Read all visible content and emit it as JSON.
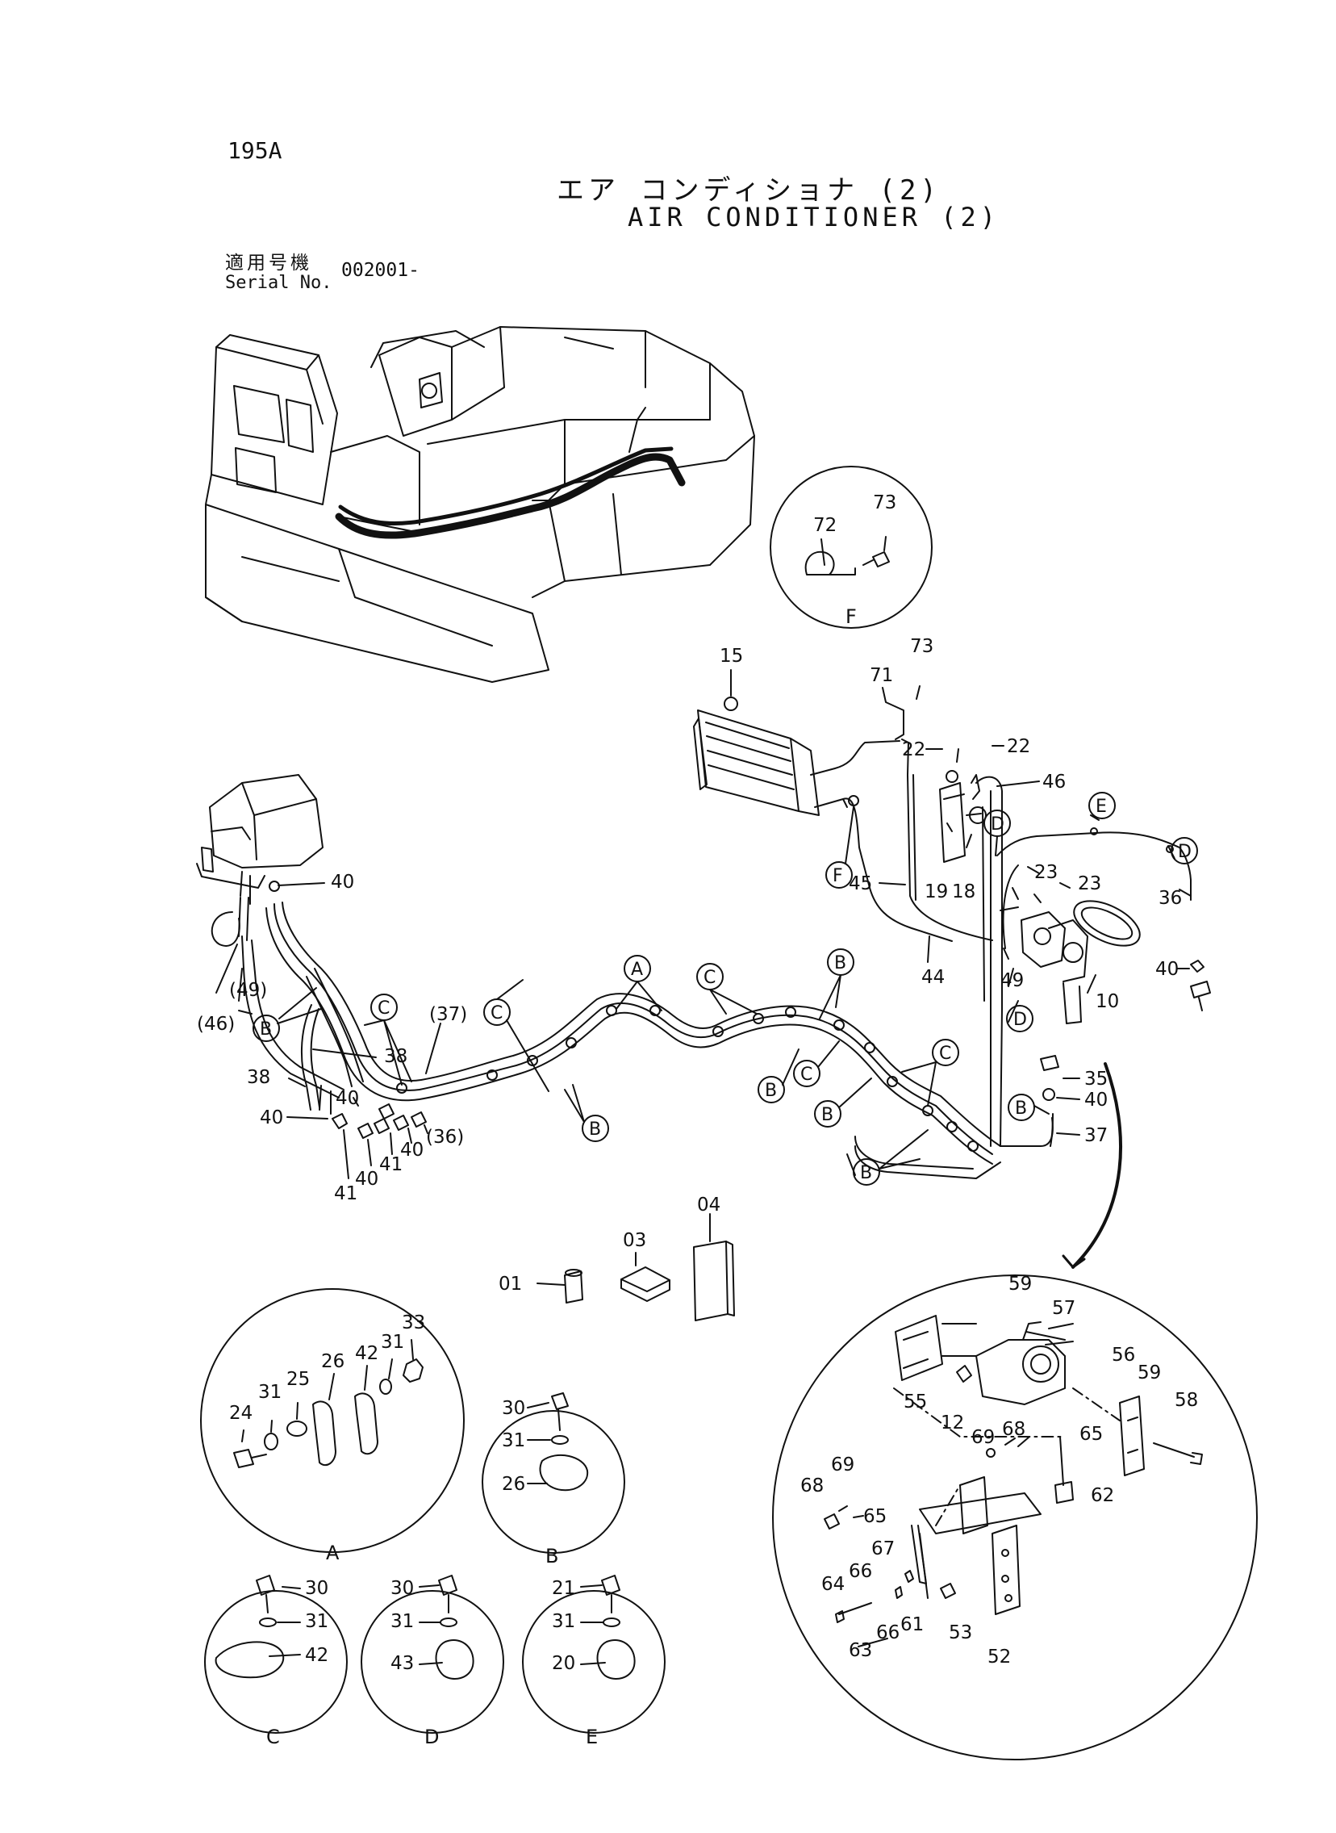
{
  "header": {
    "page_number": "195A",
    "title_ja": "エア コンディショナ (2)",
    "title_en": "AIR CONDITIONER (2)",
    "serial_label_ja": "適用号機",
    "serial_label_en": "Serial No.",
    "serial_value": "002001-"
  },
  "detail_refs": {
    "A": "A",
    "B": "B",
    "C": "C",
    "D": "D",
    "E": "E",
    "F": "F"
  },
  "main_labels": {
    "n15": "15",
    "n71": "71",
    "n73": "73",
    "n22a": "22",
    "n22b": "22",
    "n46": "46",
    "n45": "45",
    "n19": "19",
    "n18": "18",
    "n23a": "23",
    "n23b": "23",
    "n36": "36",
    "n40r": "40",
    "n44": "44",
    "n49": "49",
    "n10": "10",
    "n35": "35",
    "n40m": "40",
    "n37": "37",
    "n40top": "40",
    "n49p": "(49)",
    "n46p": "(46)",
    "n37p": "(37)",
    "n38a": "38",
    "n38b": "38",
    "n40a": "40",
    "n40b": "40",
    "n40c": "40",
    "n40d": "40",
    "n41a": "41",
    "n41b": "41",
    "n36p": "(36)",
    "n01": "01",
    "n03": "03",
    "n04": "04"
  },
  "detail_F": {
    "n72": "72",
    "n73": "73",
    "caption": "F"
  },
  "detail_A": {
    "n24": "24",
    "n31a": "31",
    "n25": "25",
    "n26": "26",
    "n42": "42",
    "n31b": "31",
    "n33": "33",
    "caption": "A"
  },
  "detail_B": {
    "n30": "30",
    "n31": "31",
    "n26": "26",
    "caption": "B"
  },
  "detail_C": {
    "n30": "30",
    "n31": "31",
    "n42": "42",
    "caption": "C"
  },
  "detail_D": {
    "n30": "30",
    "n31": "31",
    "n43": "43",
    "caption": "D"
  },
  "detail_E": {
    "n21": "21",
    "n31": "31",
    "n20": "20",
    "caption": "E"
  },
  "detail_compressor": {
    "n59a": "59",
    "n57": "57",
    "n55": "55",
    "n12": "12",
    "n56": "56",
    "n59b": "59",
    "n58": "58",
    "n65a": "65",
    "n69a": "69",
    "n68a": "68",
    "n68b": "68",
    "n69b": "69",
    "n62": "62",
    "n65b": "65",
    "n67": "67",
    "n66a": "66",
    "n64": "64",
    "n53": "53",
    "n63": "63",
    "n66b": "66",
    "n61": "61",
    "n52": "52"
  }
}
